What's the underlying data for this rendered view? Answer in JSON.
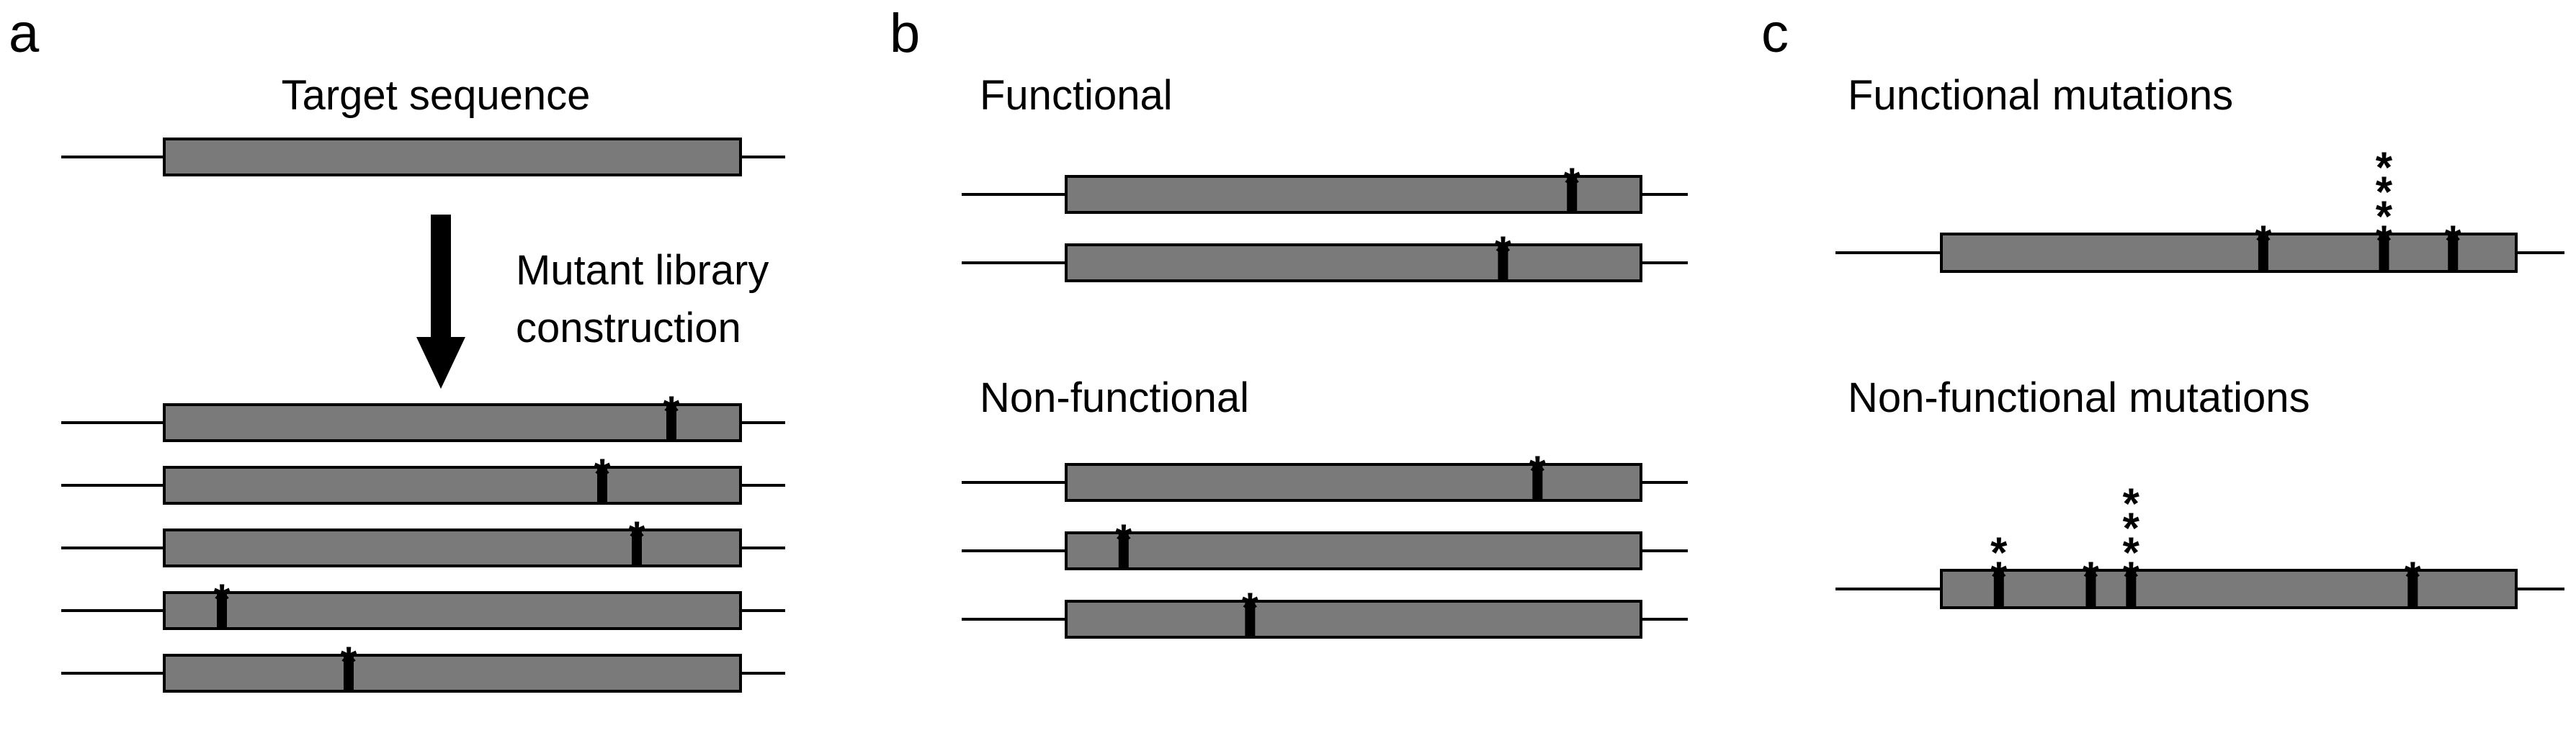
{
  "panels": {
    "a": {
      "letter": "a",
      "title": "Target sequence",
      "arrow_label_line1": "Mutant library",
      "arrow_label_line2": "construction",
      "target": {
        "mutations": []
      },
      "library": [
        {
          "mutations": [
            {
              "pos": 0.88,
              "stars": 1
            }
          ]
        },
        {
          "mutations": [
            {
              "pos": 0.76,
              "stars": 1
            }
          ]
        },
        {
          "mutations": [
            {
              "pos": 0.82,
              "stars": 1
            }
          ]
        },
        {
          "mutations": [
            {
              "pos": 0.1,
              "stars": 1
            }
          ]
        },
        {
          "mutations": [
            {
              "pos": 0.32,
              "stars": 1
            }
          ]
        }
      ]
    },
    "b": {
      "letter": "b",
      "functional_title": "Functional",
      "nonfunctional_title": "Non-functional",
      "functional": [
        {
          "mutations": [
            {
              "pos": 0.88,
              "stars": 1
            }
          ]
        },
        {
          "mutations": [
            {
              "pos": 0.76,
              "stars": 1
            }
          ]
        }
      ],
      "nonfunctional": [
        {
          "mutations": [
            {
              "pos": 0.82,
              "stars": 1
            }
          ]
        },
        {
          "mutations": [
            {
              "pos": 0.1,
              "stars": 1
            }
          ]
        },
        {
          "mutations": [
            {
              "pos": 0.32,
              "stars": 1
            }
          ]
        }
      ]
    },
    "c": {
      "letter": "c",
      "functional_title": "Functional mutations",
      "nonfunctional_title": "Non-functional mutations",
      "functional": {
        "mutations": [
          {
            "pos": 0.56,
            "stars": 1
          },
          {
            "pos": 0.77,
            "stars": 4
          },
          {
            "pos": 0.89,
            "stars": 1
          }
        ]
      },
      "nonfunctional": {
        "mutations": [
          {
            "pos": 0.1,
            "stars": 2
          },
          {
            "pos": 0.26,
            "stars": 1
          },
          {
            "pos": 0.33,
            "stars": 4
          },
          {
            "pos": 0.82,
            "stars": 1
          }
        ]
      }
    }
  },
  "mutation_symbol": "*",
  "colors": {
    "bar": "#7a7a7a",
    "line": "#000000",
    "mutation": "#000000"
  }
}
